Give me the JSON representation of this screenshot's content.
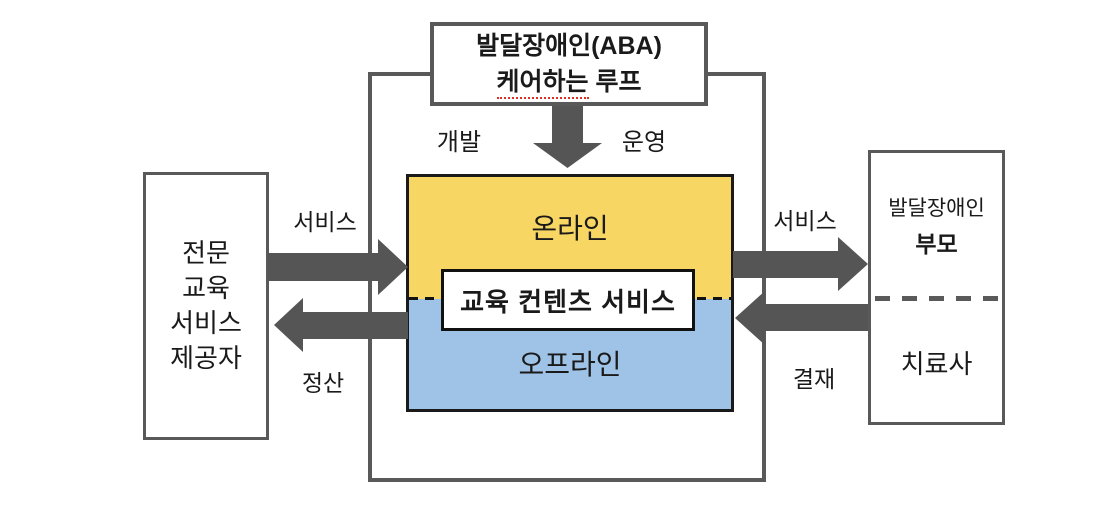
{
  "title": {
    "line1": "발달장애인(ABA)",
    "line2_word1": "케어하는",
    "line2_word2": "루프"
  },
  "left_box": {
    "lines": [
      "전문",
      "교육",
      "서비스",
      "제공자"
    ]
  },
  "center_box": {
    "online": "온라인",
    "offline": "오프라인",
    "service_label": "교육 컨텐츠 서비스"
  },
  "right_box": {
    "top_line1": "발달장애인",
    "top_line2": "부모",
    "bottom": "치료사"
  },
  "flow_labels": {
    "develop": "개발",
    "operate": "운영",
    "service_left": "서비스",
    "settlement": "정산",
    "service_right": "서비스",
    "payment": "결재"
  },
  "colors": {
    "online_bg": "#F8D664",
    "offline_bg": "#9FC3E6",
    "border_gray": "#595959",
    "arrow_gray": "#555555",
    "box_border_black": "#1a1a1a",
    "spellcheck_red": "#d93025"
  }
}
